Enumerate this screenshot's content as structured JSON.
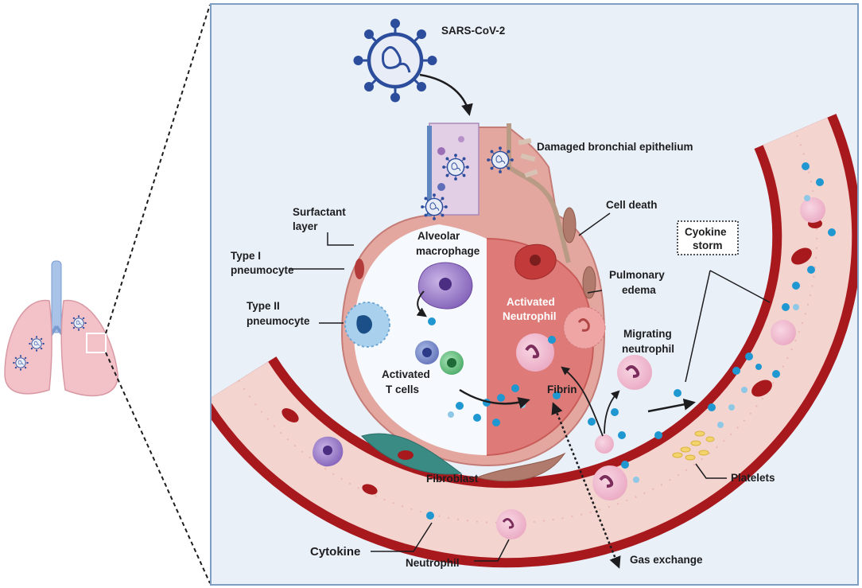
{
  "labels": {
    "virus": "SARS-CoV-2",
    "damaged_epithelium": "Damaged bronchial epithelium",
    "cell_death": "Cell death",
    "surfactant_1": "Surfactant",
    "surfactant_2": "layer",
    "type1_1": "Type I",
    "type1_2": "pneumocyte",
    "type2_1": "Type II",
    "type2_2": "pneumocyte",
    "macrophage_1": "Alveolar",
    "macrophage_2": "macrophage",
    "tcells_1": "Activated",
    "tcells_2": "T cells",
    "neutrophil_act_1": "Activated",
    "neutrophil_act_2": "Neutrophil",
    "edema_1": "Pulmonary",
    "edema_2": "edema",
    "migrating_1": "Migrating",
    "migrating_2": "neutrophil",
    "storm_1": "Cyokine",
    "storm_2": "storm",
    "fibrin": "Fibrin",
    "fibroblast": "Fibroblast",
    "platelets": "Platelets",
    "cytokine": "Cytokine",
    "neutrophil": "Neutrophil",
    "gas_exchange": "Gas exchange"
  },
  "colors": {
    "panel_bg": "#e9f0f8",
    "panel_border": "#7f9ec4",
    "vessel_wall": "#a8191e",
    "vessel_lumen": "#f3d4cf",
    "alveolus_wall": "#e3a7a0",
    "alveolus_inner": "#f6f9fd",
    "inflamed": "#de7b78",
    "cytokine": "#1f97d1",
    "virus": "#2c4c9c",
    "neutrophil": "#f1bcd0",
    "lung": "#f2c2c8"
  }
}
